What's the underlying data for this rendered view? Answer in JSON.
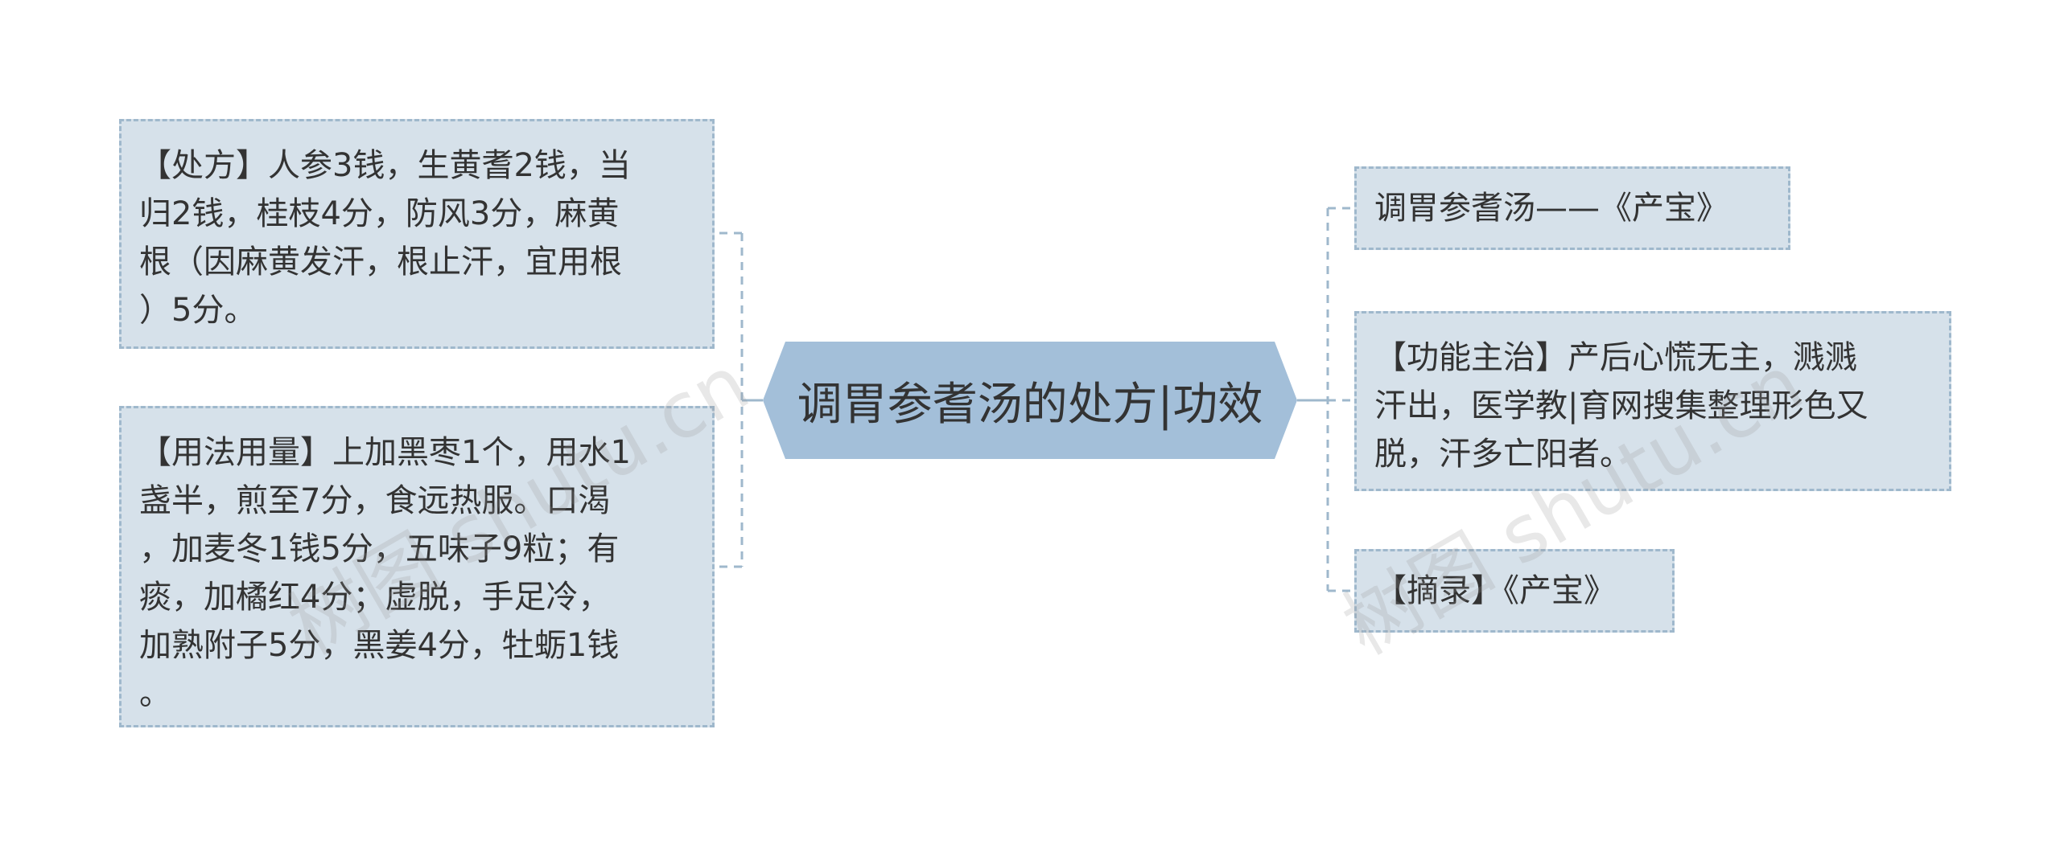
{
  "diagram": {
    "central_title": "调胃参耆汤的处方|功效",
    "left_nodes": [
      {
        "id": "prescription",
        "text": "【处方】人参3钱，生黄耆2钱，当\n归2钱，桂枝4分，防风3分，麻黄\n根（因麻黄发汗，根止汗，宜用根\n）5分。"
      },
      {
        "id": "usage",
        "text": "【用法用量】上加黑枣1个，用水1\n盏半，煎至7分，食远热服。口渴\n，加麦冬1钱5分，五味子9粒；有\n痰，加橘红4分；虚脱，手足冷，\n加熟附子5分，黑姜4分，牡蛎1钱\n。"
      }
    ],
    "right_nodes": [
      {
        "id": "name-source",
        "text": "调胃参耆汤——《产宝》"
      },
      {
        "id": "indications",
        "text": "【功能主治】产后心慌无主，溅溅\n汗出，医学教|育网搜集整理形色又\n脱，汗多亡阳者。"
      },
      {
        "id": "excerpt",
        "text": "【摘录】《产宝》"
      }
    ]
  },
  "watermarks": [
    "树图 shutu.cn",
    "树图 shutu.cn"
  ],
  "colors": {
    "central_fill": "#a3bfd9",
    "node_fill": "#d6e1ea",
    "node_border": "#9fb8cc",
    "connector": "#9fb8cc",
    "text": "#333333"
  }
}
